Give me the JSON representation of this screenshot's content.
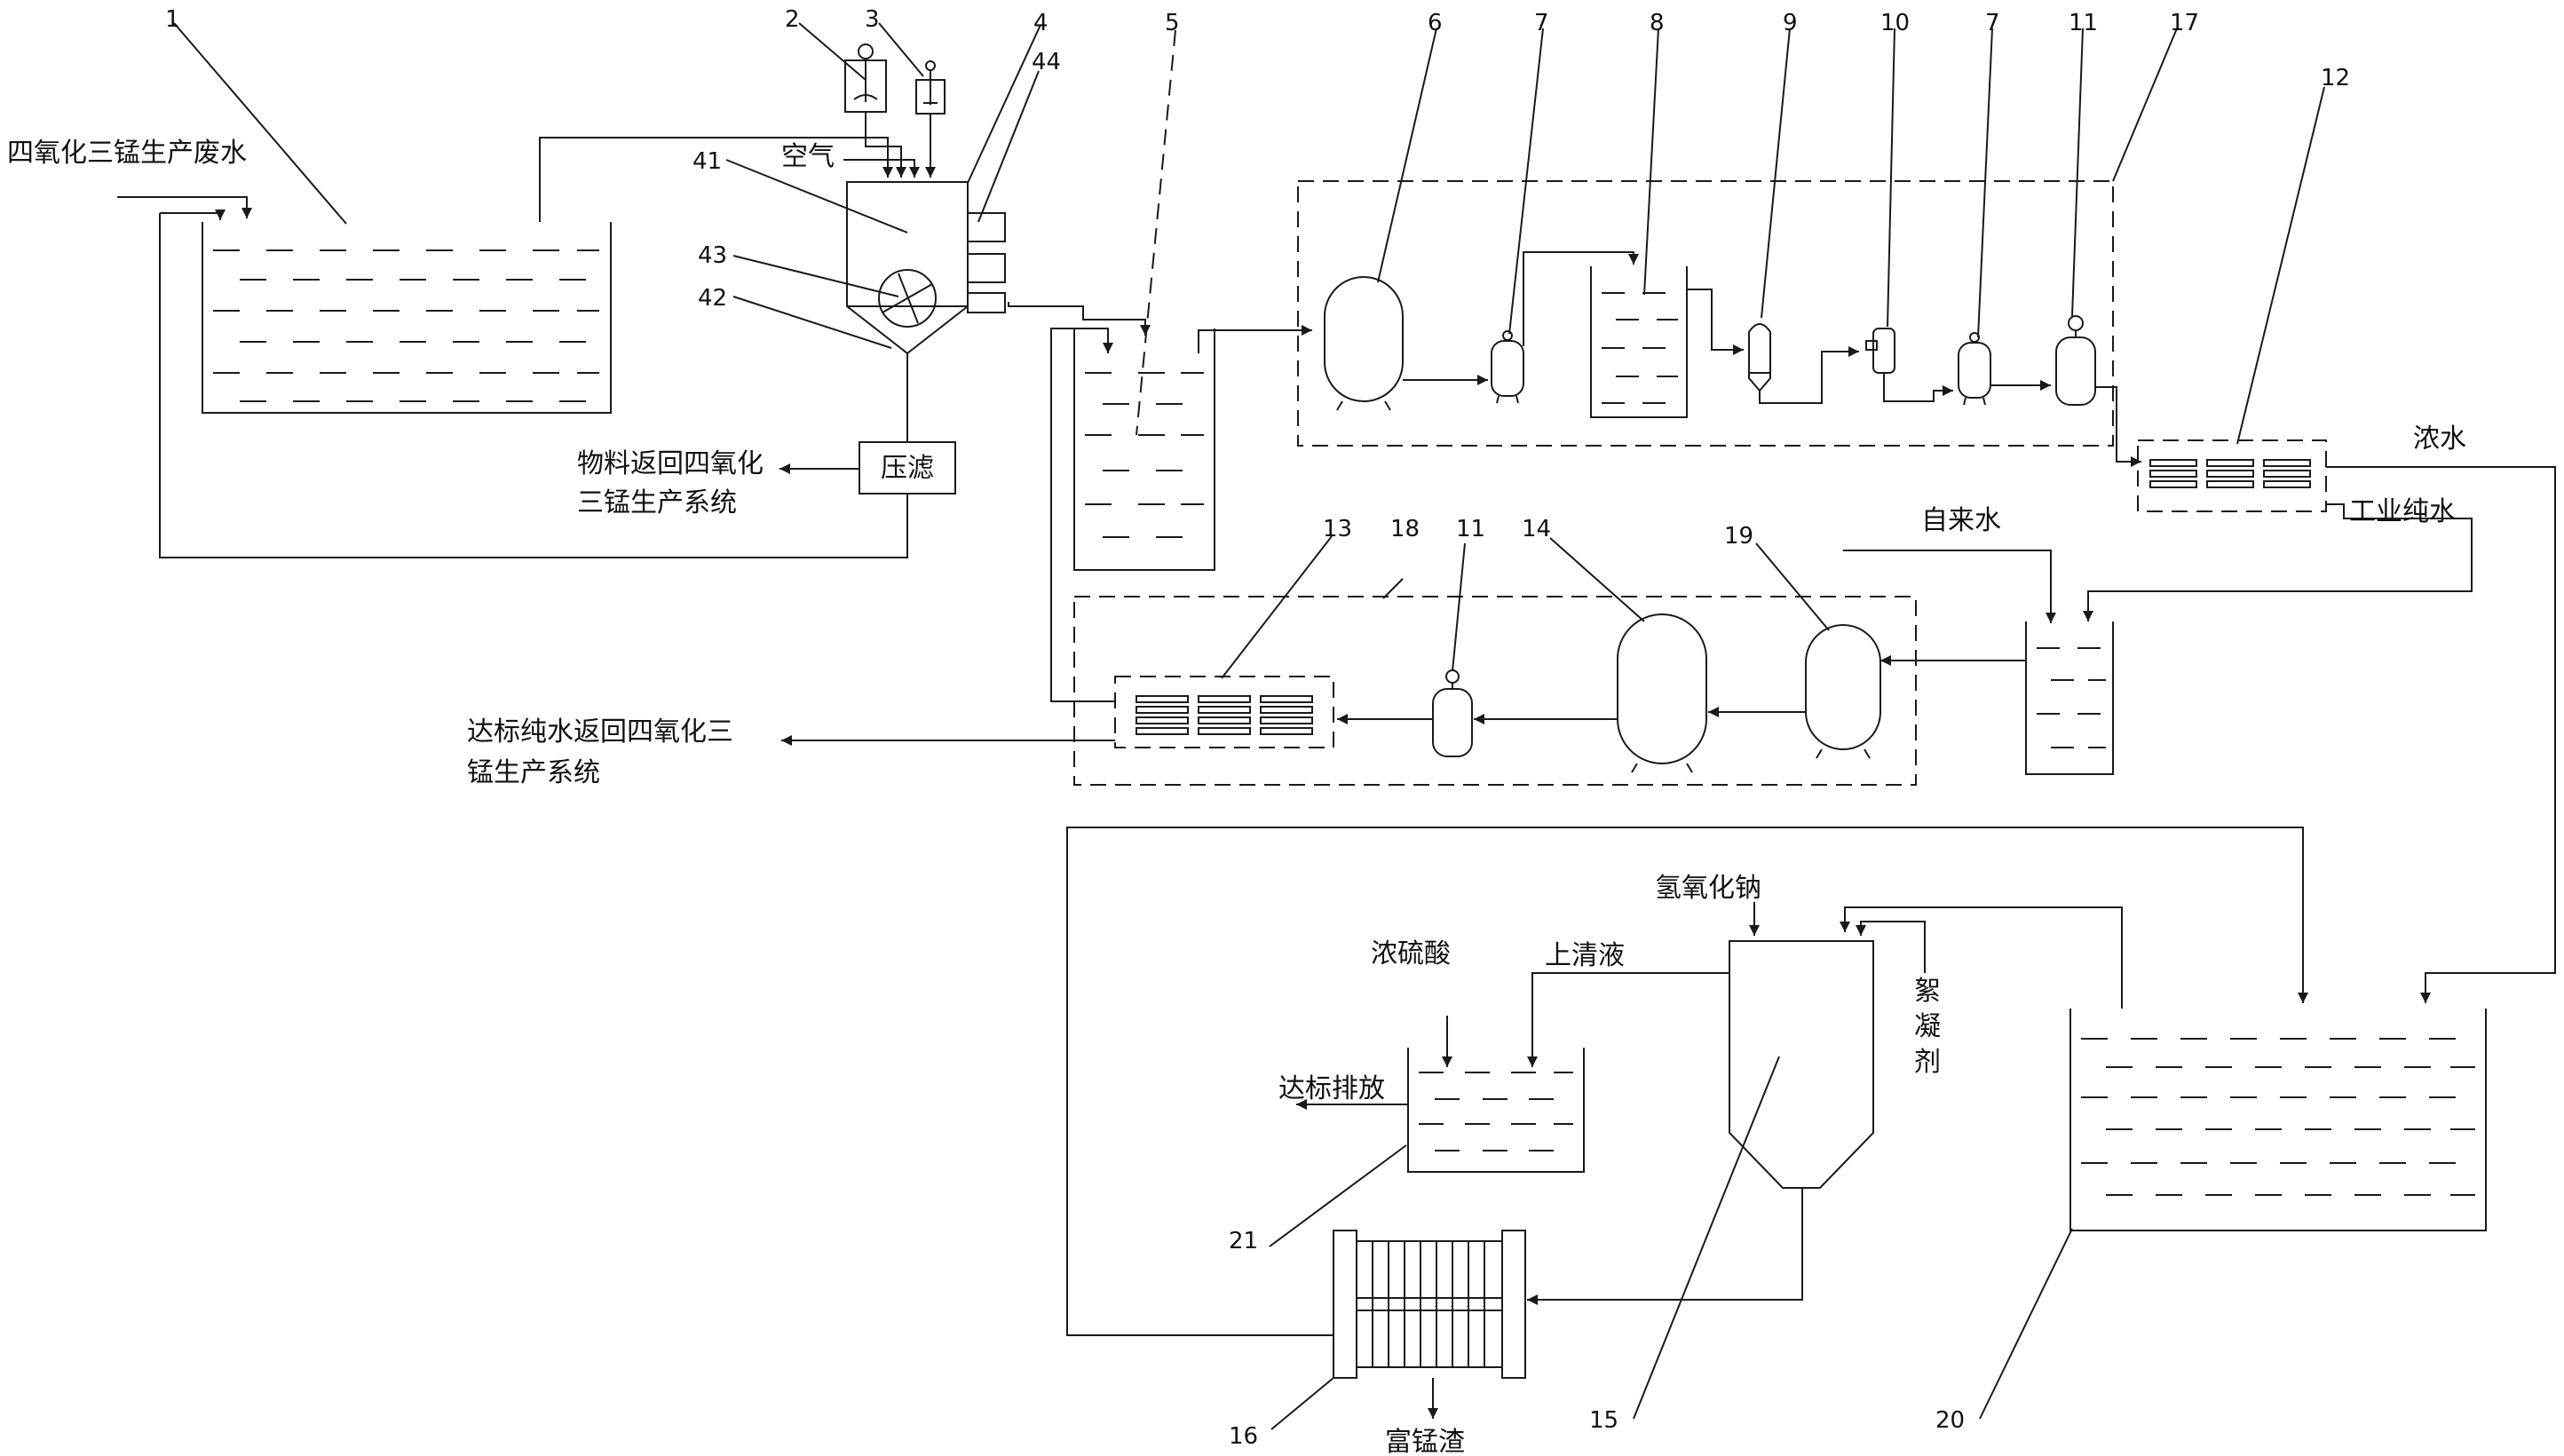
{
  "numbers": {
    "n1": "1",
    "n2": "2",
    "n3": "3",
    "n4": "4",
    "n44": "44",
    "n41": "41",
    "n43": "43",
    "n42": "42",
    "n5": "5",
    "n6": "6",
    "n7a": "7",
    "n8": "8",
    "n9": "9",
    "n10": "10",
    "n7b": "7",
    "n11a": "11",
    "n17": "17",
    "n12": "12",
    "n13": "13",
    "n18": "18",
    "n11b": "11",
    "n14": "14",
    "n19": "19",
    "n21": "21",
    "n16": "16",
    "n15": "15",
    "n20": "20"
  },
  "labels": {
    "wastewater": "四氧化三锰生产废水",
    "air": "空气",
    "press_filter": "压滤",
    "material_return_1": "物料返回四氧化",
    "material_return_2": "三锰生产系统",
    "concentrate": "浓水",
    "industrial_pure": "工业纯水",
    "tap_water": "自来水",
    "pure_return_1": "达标纯水返回四氧化三",
    "pure_return_2": "锰生产系统",
    "naoh": "氢氧化钠",
    "h2so4": "浓硫酸",
    "supernatant": "上清液",
    "flocculant_1": "絮",
    "flocculant_2": "凝",
    "flocculant_3": "剂",
    "discharge": "达标排放",
    "mn_slag": "富锰渣"
  }
}
